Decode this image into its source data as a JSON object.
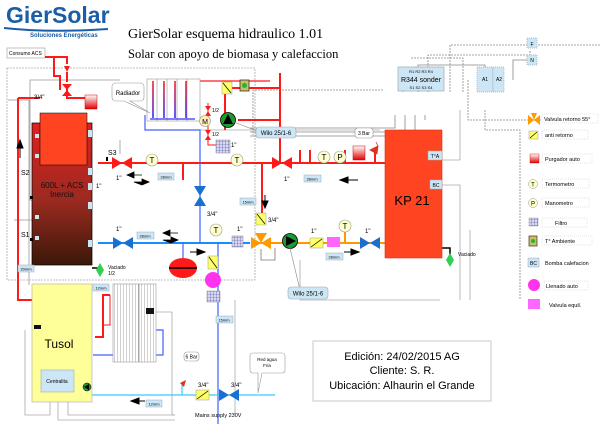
{
  "logo": {
    "brand": "GierSolar",
    "tagline": "Soluciones Energéticas"
  },
  "header": {
    "title": "GierSolar esquema hidraulico 1.01",
    "subtitle": "Solar con apoyo de biomasa y calefaccion"
  },
  "labels": {
    "consumo_acs": "Consumo ACS",
    "radiador": "Radiador",
    "tank": {
      "line1": "600L + ACS",
      "line2": "Inercia"
    },
    "s1": "S1",
    "s2": "S2",
    "s3": "S3",
    "kp21": "KP 21",
    "tsa": "T°A",
    "bc": "BC",
    "tusol": "Tusol",
    "centralita": "Centralita",
    "vaciado_tank": {
      "line1": "Vaciado",
      "line2": "1/2"
    },
    "vaciado_kp": "Vaciado",
    "three_bar": "3 Bar",
    "six_bar": "6 Bar",
    "red_agua": {
      "line1": "Red agua",
      "line2": "Fria"
    },
    "mains": "Mains supply 230V",
    "wilo_top": "Wilo 25/1-6",
    "wilo_bottom": "Wilo 25/1-6",
    "half_top": "1/2",
    "half_bottom": "1/2",
    "motor": "M",
    "temp_glyph": "T",
    "press_glyph": "P",
    "r344": {
      "top": "R1 R2 R3 R4",
      "name": "R344 sonder",
      "bottom": "S1 S2 S3 S4"
    },
    "a1": "A1",
    "a2": "A2",
    "f": "F",
    "n": "N"
  },
  "sizes": {
    "three_quarter": "3/4\"",
    "one": "1\"",
    "mm28": "28mm",
    "mm20": "20mm",
    "mm15": "15mm",
    "mm12": "12mm"
  },
  "info": {
    "edicion": "Edición: 24/02/2015 AG",
    "cliente": "Cliente: S. R.",
    "ubicacion": "Ubicación: Alhaurin el Grande"
  },
  "legend": [
    {
      "icon": "retorno-valve-icon",
      "label": "Valvula retorno 55°"
    },
    {
      "icon": "anti-return-icon",
      "label": "anti retorno"
    },
    {
      "icon": "air-vent-icon",
      "label": "Purgador auto"
    },
    {
      "icon": "thermometer-icon",
      "label": "Termometro"
    },
    {
      "icon": "manometer-icon",
      "label": "Manometro"
    },
    {
      "icon": "filter-icon",
      "label": "Filtro"
    },
    {
      "icon": "room-thermostat-icon",
      "label": "T° Ambiente"
    },
    {
      "icon": "heating-pump-icon",
      "label": "Bomba calefacion"
    },
    {
      "icon": "auto-fill-icon",
      "label": "Llenado auto"
    },
    {
      "icon": "balancing-valve-icon",
      "label": "Valvula equil."
    }
  ],
  "colors": {
    "hot": "#ff1a1a",
    "cold": "#1a8cff",
    "mixed": "#ff9900",
    "mains": "#33ccff",
    "tank": "#ff4422",
    "tusol": "#ffff99",
    "brand": "#1b5ea8"
  }
}
